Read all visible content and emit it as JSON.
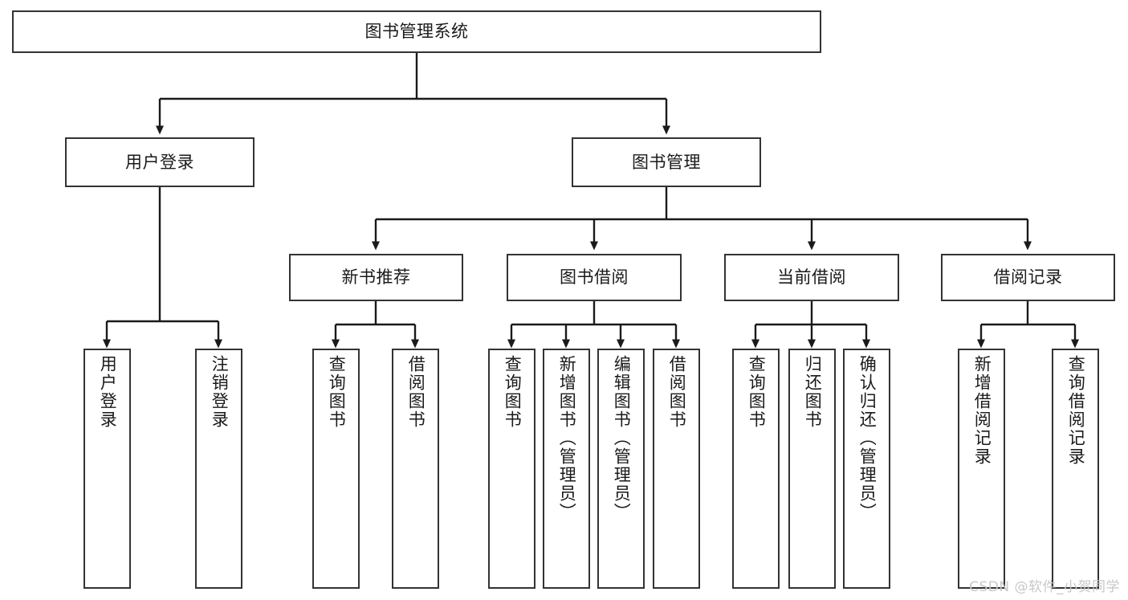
{
  "diagram": {
    "type": "tree",
    "title": "图书管理系统",
    "watermark": "CSDN @软件_小贺同学",
    "root": {
      "label": "图书管理系统"
    },
    "level2": [
      {
        "label": "用户登录"
      },
      {
        "label": "图书管理"
      }
    ],
    "level3": [
      {
        "label": "新书推荐"
      },
      {
        "label": "图书借阅"
      },
      {
        "label": "当前借阅"
      },
      {
        "label": "借阅记录"
      }
    ],
    "leaves": {
      "user_login": [
        {
          "label": "用户登录"
        },
        {
          "label": "注销登录"
        }
      ],
      "new_book_recommend": [
        {
          "label": "查询图书"
        },
        {
          "label": "借阅图书"
        }
      ],
      "book_borrow": [
        {
          "label": "查询图书"
        },
        {
          "label": "新增图书（管理员）"
        },
        {
          "label": "编辑图书（管理员）"
        },
        {
          "label": "借阅图书"
        }
      ],
      "current_borrow": [
        {
          "label": "查询图书"
        },
        {
          "label": "归还图书"
        },
        {
          "label": "确认归还（管理员）"
        }
      ],
      "borrow_record": [
        {
          "label": "新增借阅记录"
        },
        {
          "label": "查询借阅记录"
        }
      ]
    },
    "colors": {
      "box_border": "#333333",
      "box_fill": "#ffffff",
      "edge": "#1a1a1a",
      "text": "#1a1a1a",
      "watermark": "#c8c8c8"
    }
  }
}
